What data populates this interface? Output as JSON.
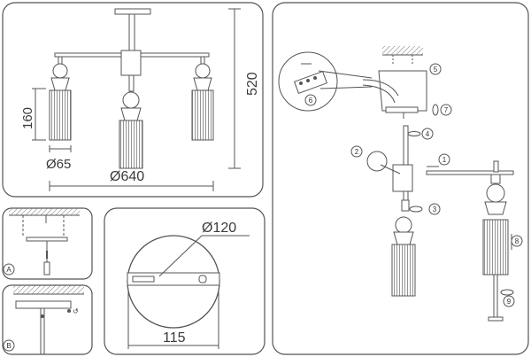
{
  "dimensions": {
    "height": "520",
    "shade_height": "160",
    "shade_diameter": "Ø65",
    "total_width": "Ø640",
    "canopy_diameter": "Ø120",
    "mount_hole_spacing": "115"
  },
  "panel_labels": {
    "a": "A",
    "b": "B"
  },
  "steps": [
    "1",
    "2",
    "3",
    "4",
    "5",
    "6",
    "7",
    "8",
    "9"
  ],
  "colors": {
    "line": "#5a5a5a",
    "frame": "#555555"
  }
}
